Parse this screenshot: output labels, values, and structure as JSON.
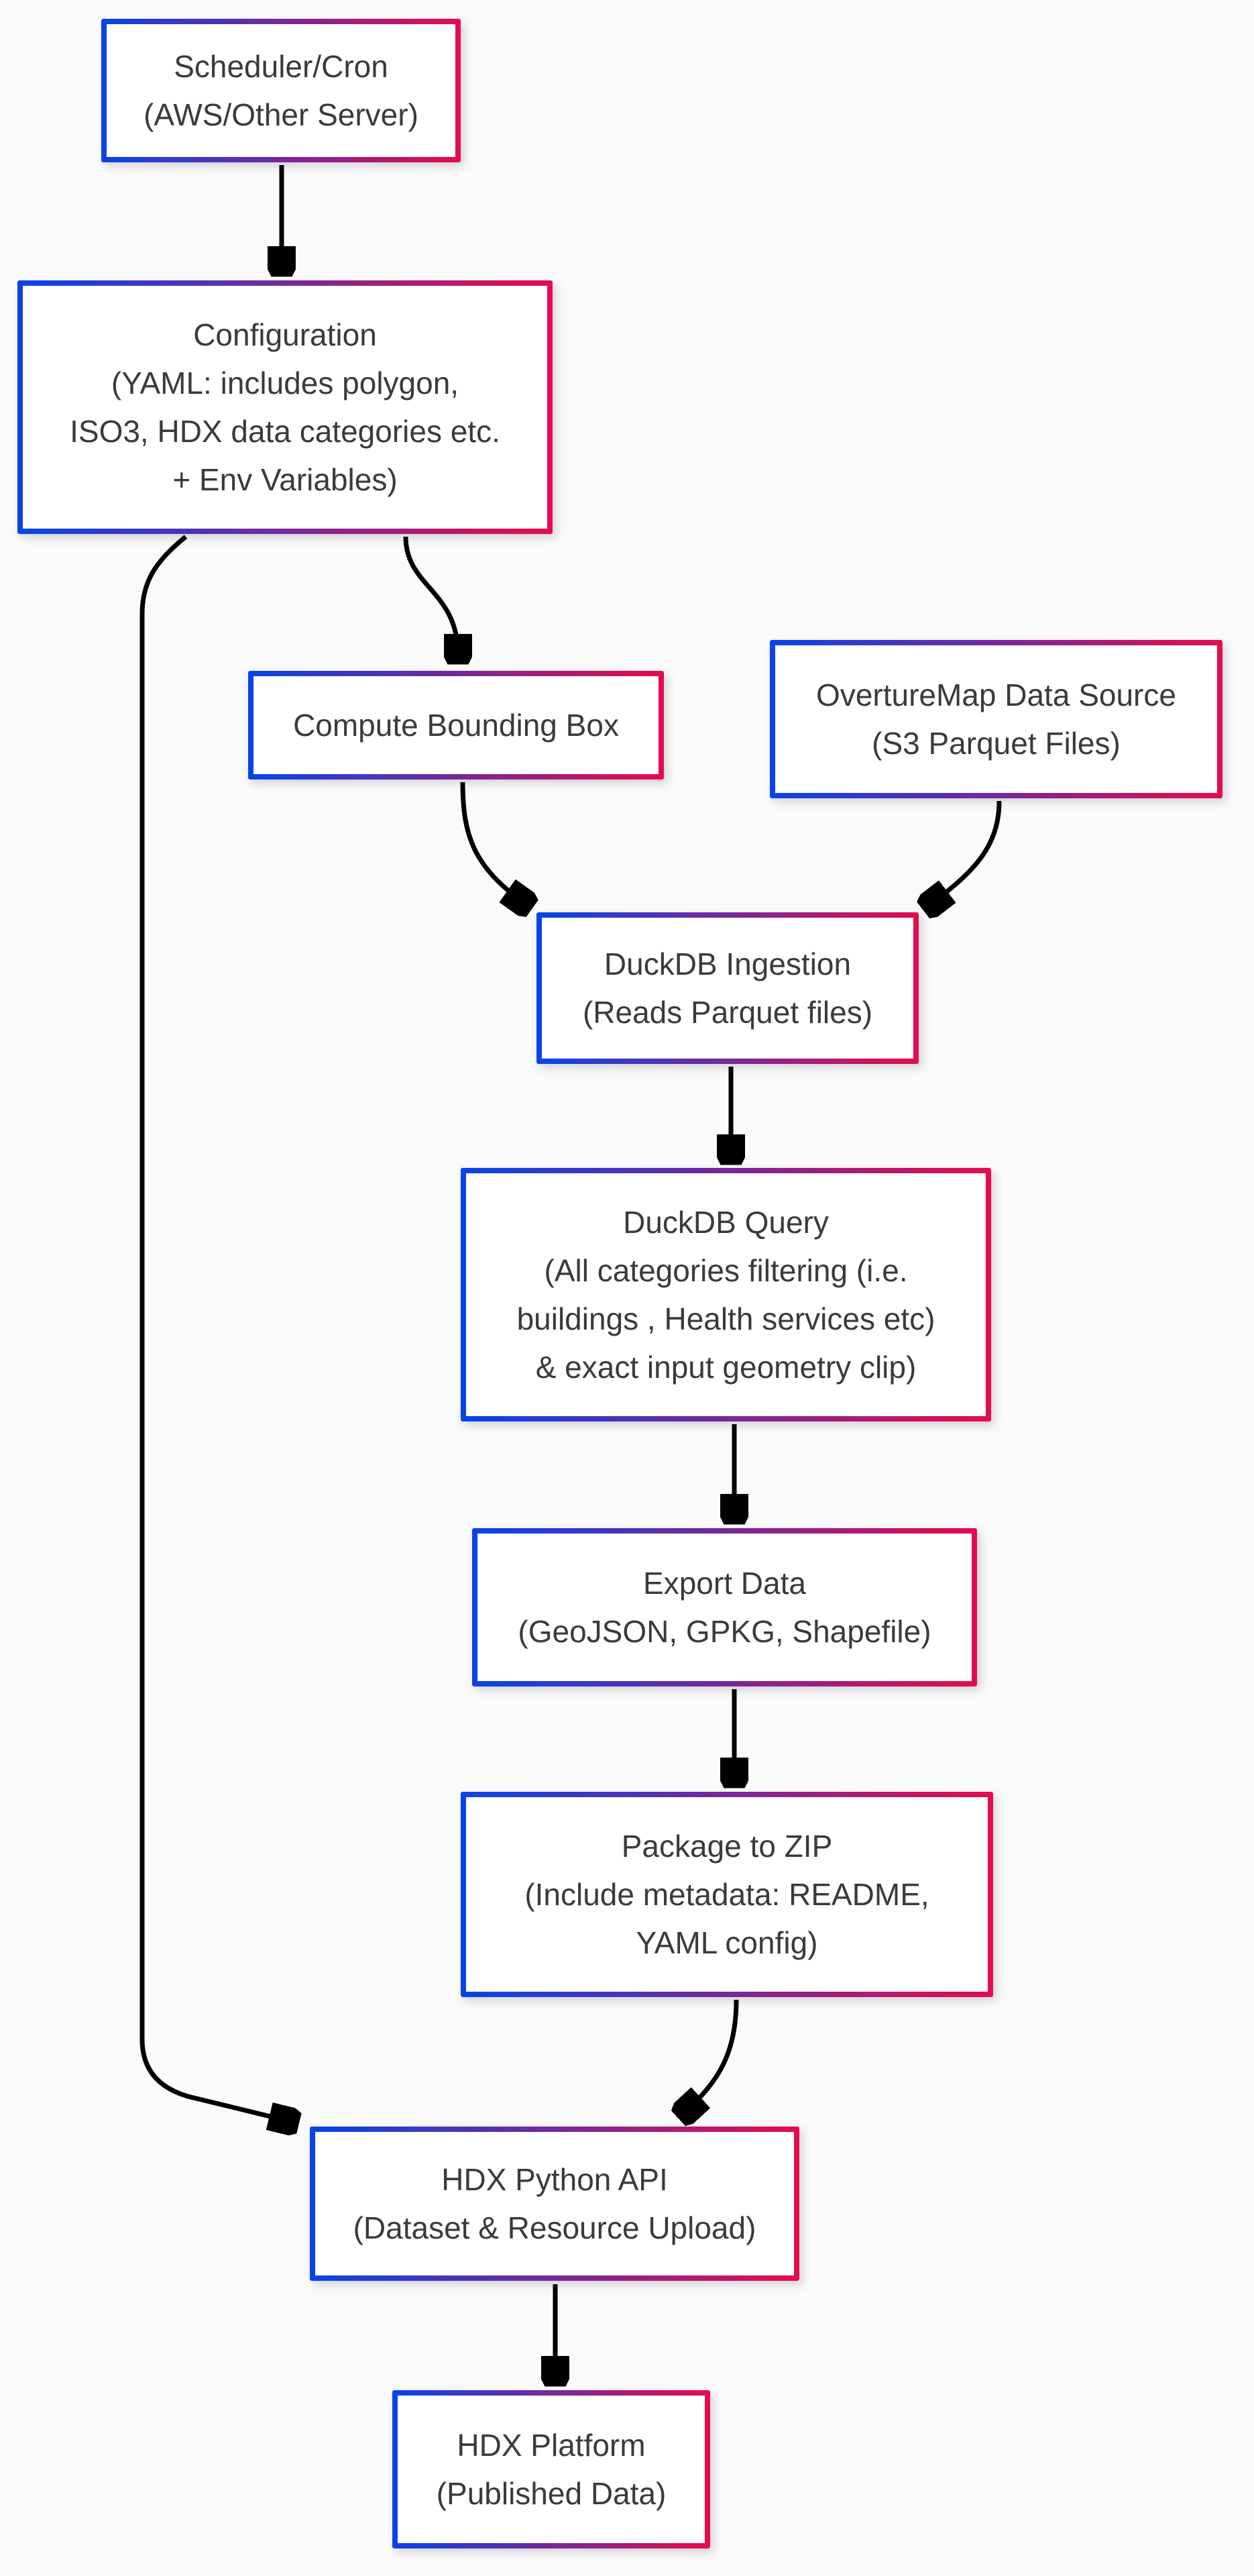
{
  "diagram": {
    "type": "flowchart",
    "colors": {
      "background": "#fafafa",
      "node_fill": "#ffffff",
      "node_border_gradient_from": "#0645e8",
      "node_border_gradient_to": "#e60b4c",
      "edge_color": "#000000",
      "text_color": "#3a3a3a"
    },
    "nodes": [
      {
        "id": "scheduler",
        "lines": [
          "Scheduler/Cron",
          "(AWS/Other Server)"
        ]
      },
      {
        "id": "configuration",
        "lines": [
          "Configuration",
          "(YAML: includes polygon,",
          "ISO3, HDX data categories etc.",
          "+ Env Variables)"
        ]
      },
      {
        "id": "compute-bounding-box",
        "lines": [
          "Compute Bounding Box"
        ]
      },
      {
        "id": "overturemap-data-source",
        "lines": [
          "OvertureMap Data Source",
          "(S3 Parquet Files)"
        ]
      },
      {
        "id": "duckdb-ingestion",
        "lines": [
          "DuckDB Ingestion",
          "(Reads Parquet files)"
        ]
      },
      {
        "id": "duckdb-query",
        "lines": [
          "DuckDB Query",
          "(All categories filtering (i.e.",
          "buildings , Health services etc)",
          "& exact input geometry clip)"
        ]
      },
      {
        "id": "export-data",
        "lines": [
          "Export Data",
          "(GeoJSON, GPKG, Shapefile)"
        ]
      },
      {
        "id": "package-to-zip",
        "lines": [
          "Package to ZIP",
          "(Include metadata: README,",
          "YAML config)"
        ]
      },
      {
        "id": "hdx-python-api",
        "lines": [
          "HDX Python API",
          "(Dataset & Resource Upload)"
        ]
      },
      {
        "id": "hdx-platform",
        "lines": [
          "HDX Platform",
          "(Published Data)"
        ]
      }
    ],
    "edges": [
      {
        "from": "scheduler",
        "to": "configuration"
      },
      {
        "from": "configuration",
        "to": "compute-bounding-box"
      },
      {
        "from": "configuration",
        "to": "hdx-python-api"
      },
      {
        "from": "compute-bounding-box",
        "to": "duckdb-ingestion"
      },
      {
        "from": "overturemap-data-source",
        "to": "duckdb-ingestion"
      },
      {
        "from": "duckdb-ingestion",
        "to": "duckdb-query"
      },
      {
        "from": "duckdb-query",
        "to": "export-data"
      },
      {
        "from": "export-data",
        "to": "package-to-zip"
      },
      {
        "from": "package-to-zip",
        "to": "hdx-python-api"
      },
      {
        "from": "hdx-python-api",
        "to": "hdx-platform"
      }
    ]
  }
}
